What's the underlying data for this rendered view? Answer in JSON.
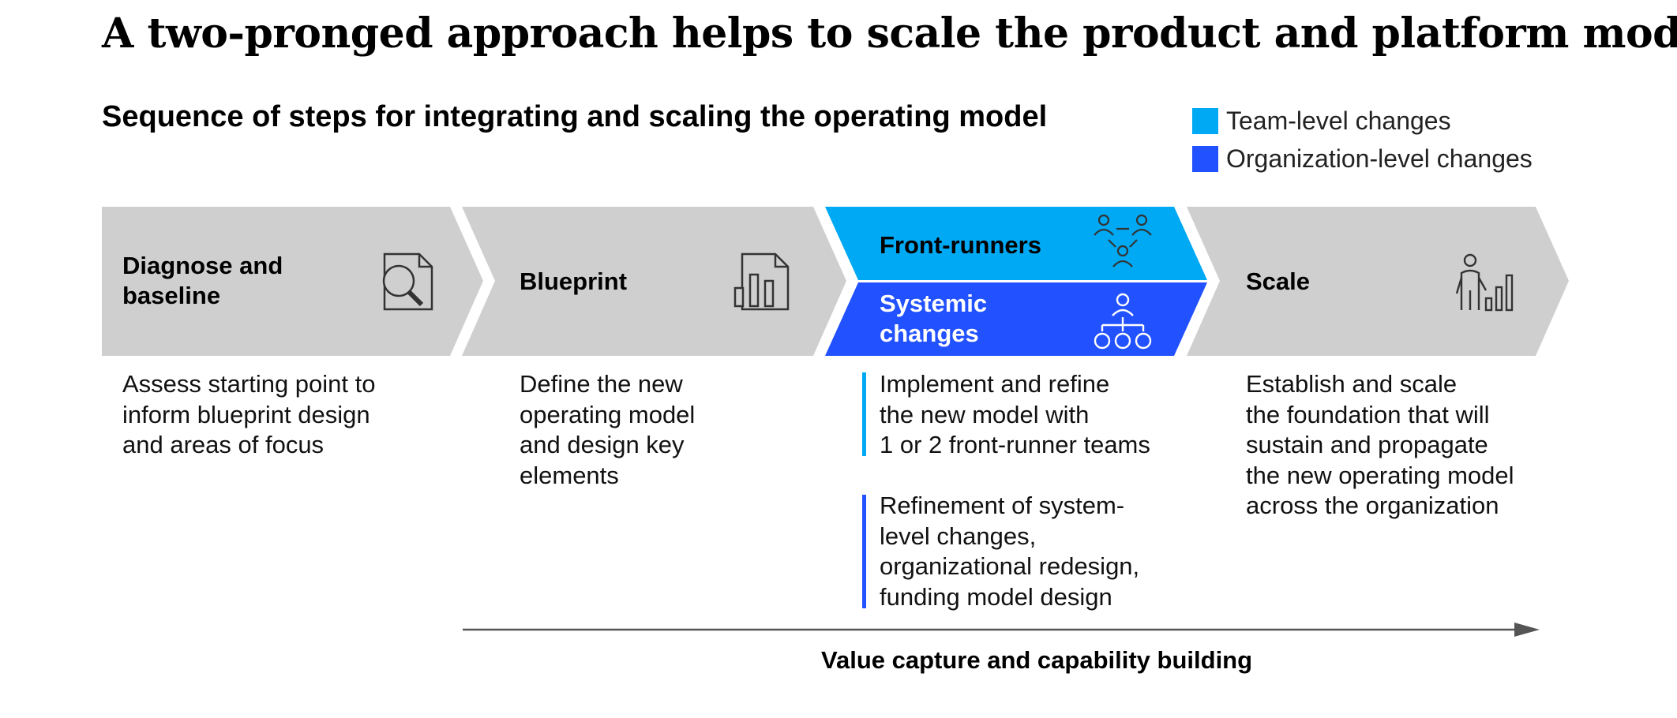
{
  "headline": "A two-pronged approach helps to scale the product and platform model.",
  "subtitle": "Sequence of steps for integrating and scaling the operating model",
  "legend": [
    {
      "label": "Team-level changes",
      "color": "#00a9f4"
    },
    {
      "label": "Organization-level changes",
      "color": "#2251ff"
    }
  ],
  "colors": {
    "step_gray": "#cfcfcf",
    "team": "#00a9f4",
    "org": "#2251ff",
    "arrow": "#555555"
  },
  "steps": {
    "diagnose": {
      "title_line1": "Diagnose and",
      "title_line2": "baseline",
      "icon": "magnifier-document-icon",
      "description": [
        "Assess starting point to",
        "inform blueprint design",
        "and areas of focus"
      ]
    },
    "blueprint": {
      "title": "Blueprint",
      "icon": "bar-chart-document-icon",
      "description": [
        "Define the new",
        "operating model",
        "and design key",
        "elements"
      ]
    },
    "pilot": {
      "front_runners": "Front-runners",
      "front_runners_icon": "team-network-icon",
      "systemic_line1": "Systemic",
      "systemic_line2": "changes",
      "systemic_icon": "org-chart-icon",
      "team_description": [
        "Implement and refine",
        "the new model with",
        "1 or 2 front-runner teams"
      ],
      "org_description": [
        "Refinement of system-",
        "level changes,",
        "organizational redesign,",
        "funding model design"
      ]
    },
    "scale": {
      "title": "Scale",
      "icon": "person-growth-chart-icon",
      "description": [
        "Establish and scale",
        "the foundation that will",
        "sustain and propagate",
        "the new operating model",
        "across the organization"
      ]
    }
  },
  "timeline_label": "Value capture and capability building"
}
